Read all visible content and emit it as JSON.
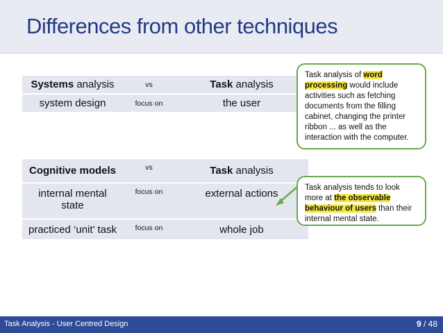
{
  "title": "Differences from other techniques",
  "table1": {
    "header": {
      "left_bold": "Systems",
      "left_rest": " analysis",
      "vs": "vs",
      "right_bold": "Task",
      "right_rest": " analysis"
    },
    "rows": [
      {
        "left": "system design",
        "mid": "focus on",
        "right": "the user"
      }
    ]
  },
  "table2": {
    "header": {
      "left_bold": "Cognitive models",
      "vs": "vs",
      "right_bold": "Task",
      "right_rest": " analysis"
    },
    "rows": [
      {
        "left": "internal mental state",
        "mid": "focus on",
        "right": "external actions"
      },
      {
        "left": "practiced ‘unit’ task",
        "mid": "focus on",
        "right": "whole job"
      }
    ]
  },
  "callout1": {
    "pre": "Task analysis of ",
    "hl1": "word",
    "hl2": "processing",
    "post": " would include activities such as fetching documents from the filling cabinet, changing the printer ribbon ... as well as the interaction with the computer."
  },
  "callout2": {
    "pre": "Task analysis tends to look more at ",
    "hl1": "the observable",
    "hl2": "behaviour of users",
    "post": " than their internal mental state."
  },
  "colors": {
    "accent": "#223a84",
    "footer": "#2d4b97",
    "callout_border": "#6aa84f",
    "highlight": "#f5e642"
  },
  "footer": {
    "left": "Task Analysis - User Centred Design",
    "page": "9",
    "sep": " / ",
    "total": "48"
  }
}
